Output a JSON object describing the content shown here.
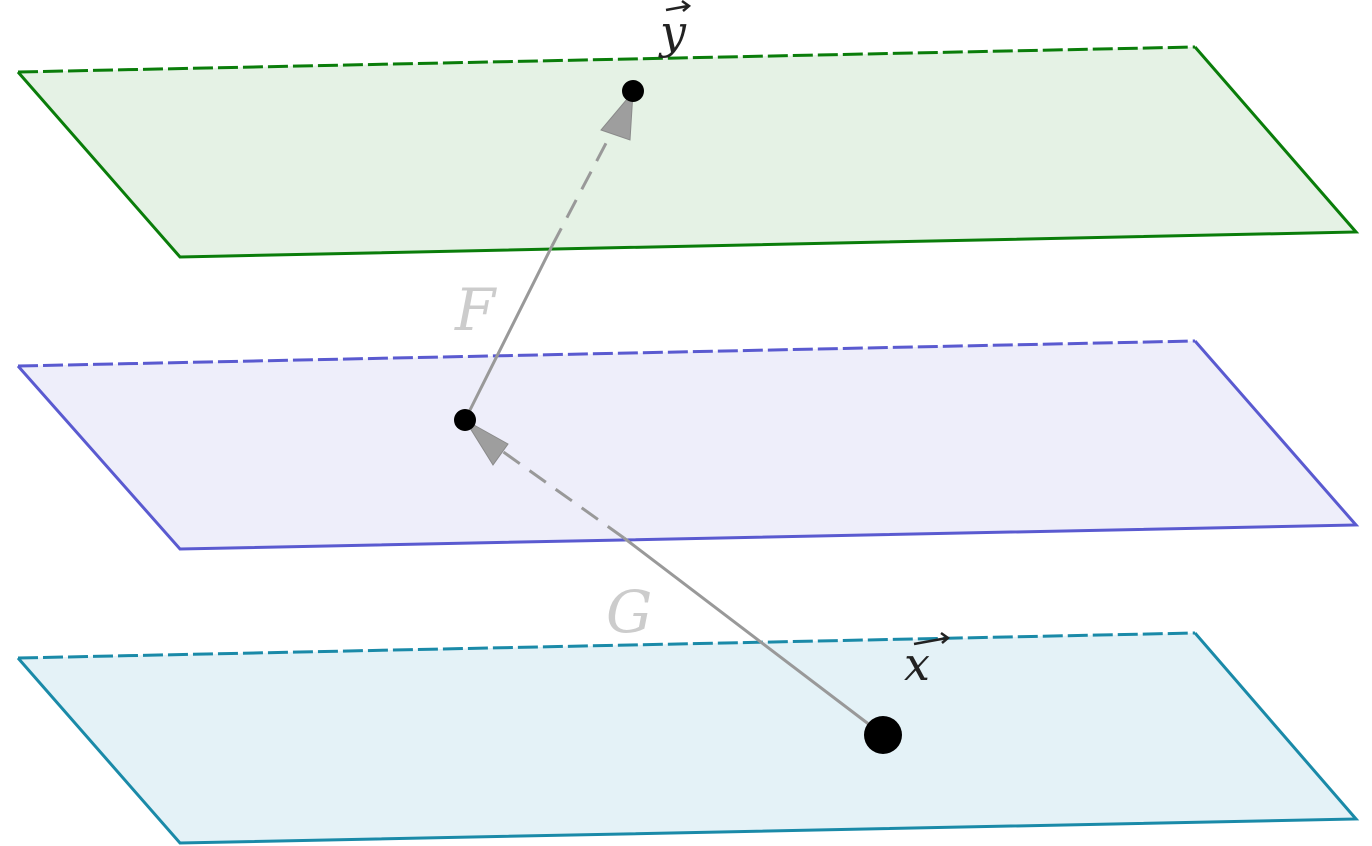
{
  "labels": {
    "vec_y": "y",
    "vec_x": "x",
    "map_f": "F",
    "map_g": "G"
  },
  "colors": {
    "top_plane_fill": "#e5f2e5",
    "top_plane_edge": "#0a7d0a",
    "middle_plane_fill": "#eeeefa",
    "middle_plane_edge": "#5a5ad0",
    "bottom_plane_fill": "#e4f2f7",
    "bottom_plane_edge": "#1a8aa8",
    "arrow": "#999999",
    "map_label": "#cccccc",
    "vector_label": "#222222",
    "point": "#000000"
  }
}
